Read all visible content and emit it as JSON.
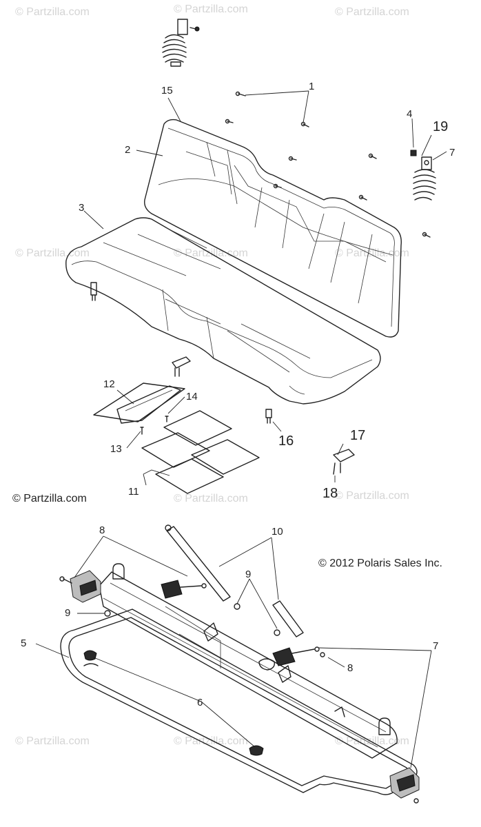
{
  "watermark_text": "© Partzilla.com",
  "copyright_partzilla": "© Partzilla.com",
  "copyright_polaris": "© 2012 Polaris Sales Inc.",
  "callouts": {
    "c1": "1",
    "c2": "2",
    "c3": "3",
    "c4": "4",
    "c5": "5",
    "c6": "6",
    "c7a": "7",
    "c7b": "7",
    "c8a": "8",
    "c8b": "8",
    "c9a": "9",
    "c9b": "9",
    "c10": "10",
    "c11": "11",
    "c12": "12",
    "c13": "13",
    "c14": "14",
    "c15": "15",
    "c16": "16",
    "c17": "17",
    "c18": "18",
    "c19": "19"
  }
}
